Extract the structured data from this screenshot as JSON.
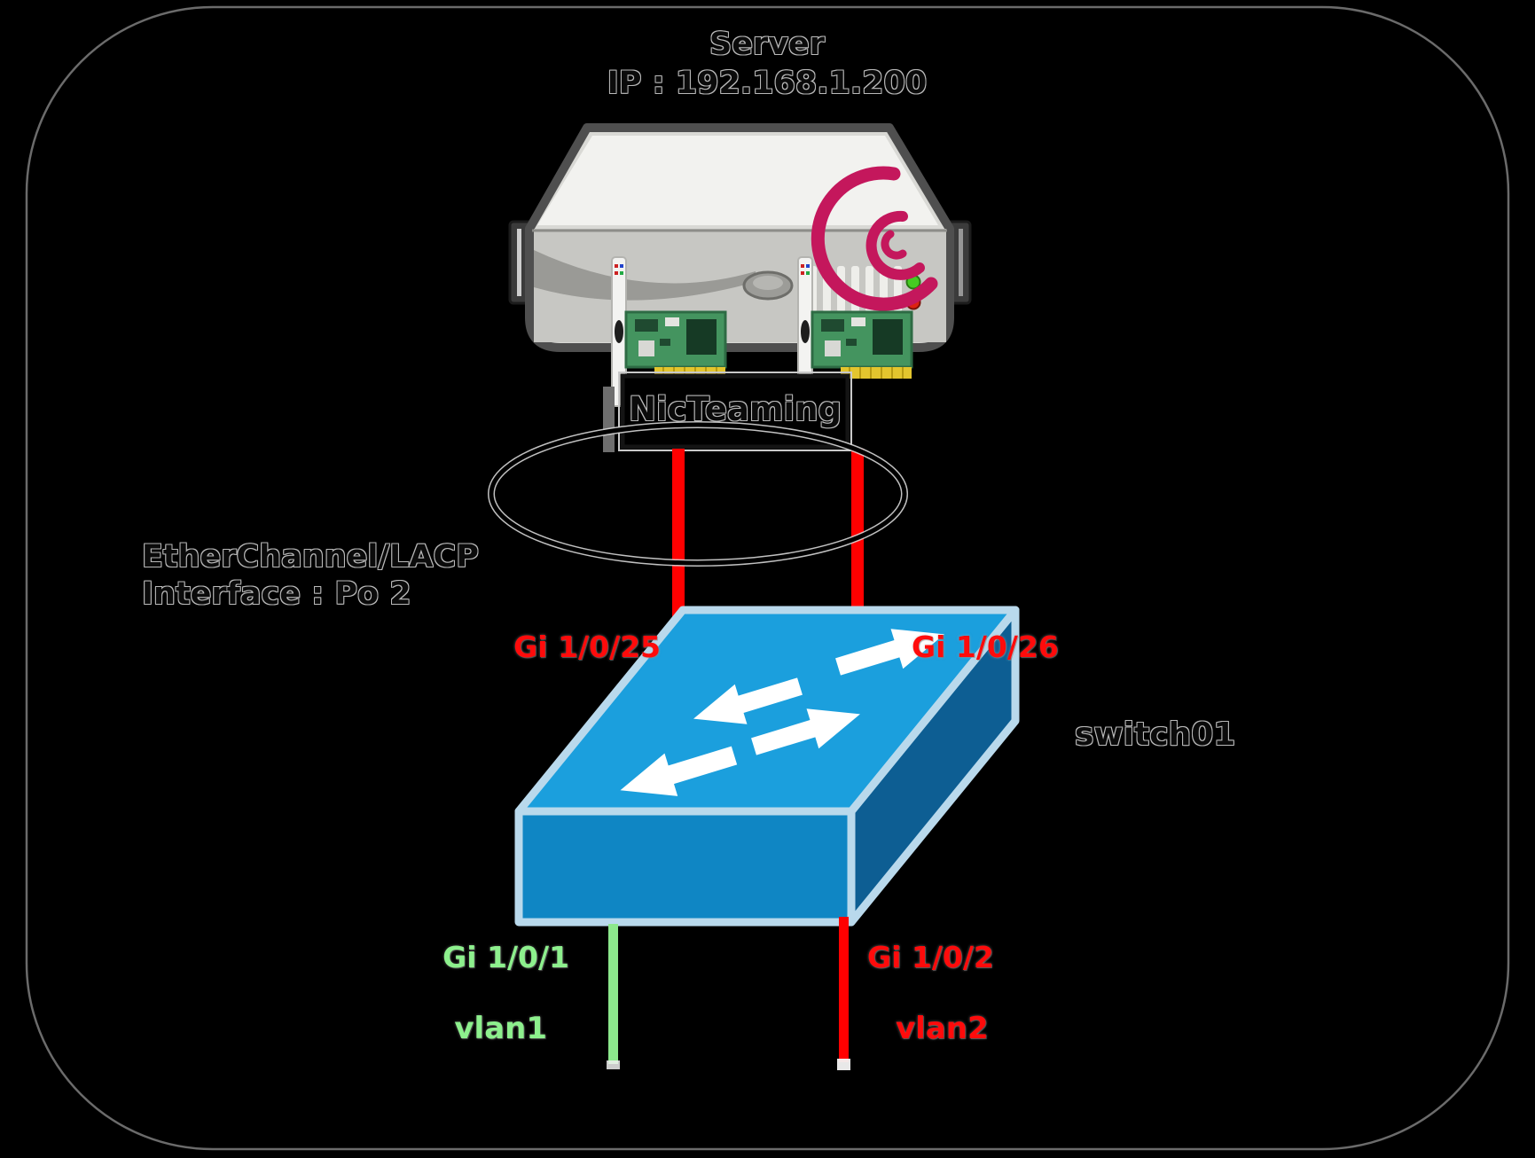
{
  "server": {
    "title": "Server",
    "ip_label": "IP : 192.168.1.200"
  },
  "nic_teaming": {
    "label": "NicTeaming"
  },
  "etherchannel": {
    "line1": "EtherChannel/LACP",
    "line2": "Interface : Po 2"
  },
  "switch": {
    "name": "switch01"
  },
  "ports": {
    "uplink_left": "Gi 1/0/25",
    "uplink_right": "Gi 1/0/26",
    "access_left": "Gi 1/0/1",
    "access_right": "Gi 1/0/2"
  },
  "vlans": {
    "left": "vlan1",
    "right": "vlan2"
  },
  "icons": {
    "server": "server-icon",
    "debian": "debian-logo-icon",
    "nic": "nic-card-icon",
    "switch": "switch-icon"
  },
  "colors": {
    "background": "#000000",
    "frame_border": "#8f8f8f",
    "link_red": "#ff0000",
    "link_green": "#8ce88c",
    "switch_top": "#1b9fdd",
    "switch_front": "#0f86c4",
    "switch_side": "#0d5e93",
    "switch_outline": "#b9d9ec",
    "arrow_white": "#ffffff",
    "debian_magenta": "#c4175c",
    "nic_pcb_green": "#44945f",
    "nic_gold": "#e3c52e",
    "server_body": "#d9d9d5",
    "server_top": "#f2f2ef",
    "led_green": "#46cc22",
    "led_red": "#dd2211"
  }
}
